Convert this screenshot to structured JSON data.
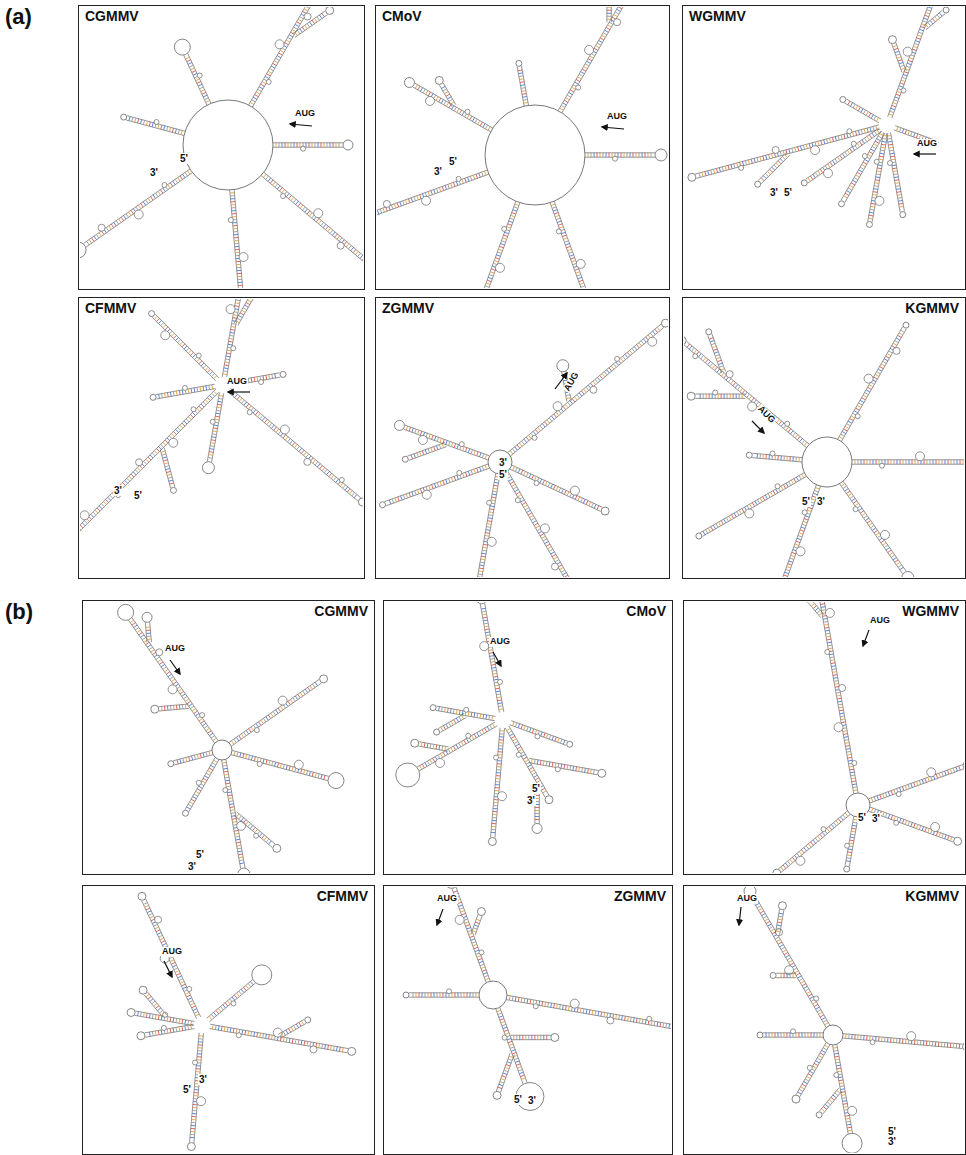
{
  "diagram": {
    "nodes": [
      {
        "text": [
          "CGMMV",
          "AUG",
          "5'",
          "3'"
        ]
      },
      {
        "text": [
          "CMoV",
          "AUG",
          "5'",
          "3'"
        ]
      },
      {
        "text": [
          "WGMMV",
          "AUG",
          "3'",
          "5'"
        ]
      },
      {
        "text": [
          "CFMMV",
          "AUG",
          "3'",
          "5'"
        ]
      },
      {
        "text": [
          "ZGMMV",
          "AUG",
          "3'",
          "5'"
        ]
      },
      {
        "text": [
          "KGMMV",
          "AUG",
          "5'",
          "3'"
        ]
      },
      {
        "text": [
          "CGMMV",
          "AUG",
          "5'",
          "3'"
        ]
      },
      {
        "text": [
          "CMoV",
          "AUG",
          "5'",
          "3'"
        ]
      },
      {
        "text": [
          "WGMMV",
          "AUG",
          "5'",
          "3'"
        ]
      },
      {
        "text": [
          "CFMMV",
          "AUG",
          "3'",
          "5'"
        ]
      },
      {
        "text": [
          "ZGMMV",
          "AUG",
          "5'",
          "3'"
        ]
      },
      {
        "text": [
          "KGMMV",
          "AUG",
          "5'",
          "3'"
        ]
      }
    ],
    "labels": [
      "(a)",
      "(b)"
    ]
  }
}
